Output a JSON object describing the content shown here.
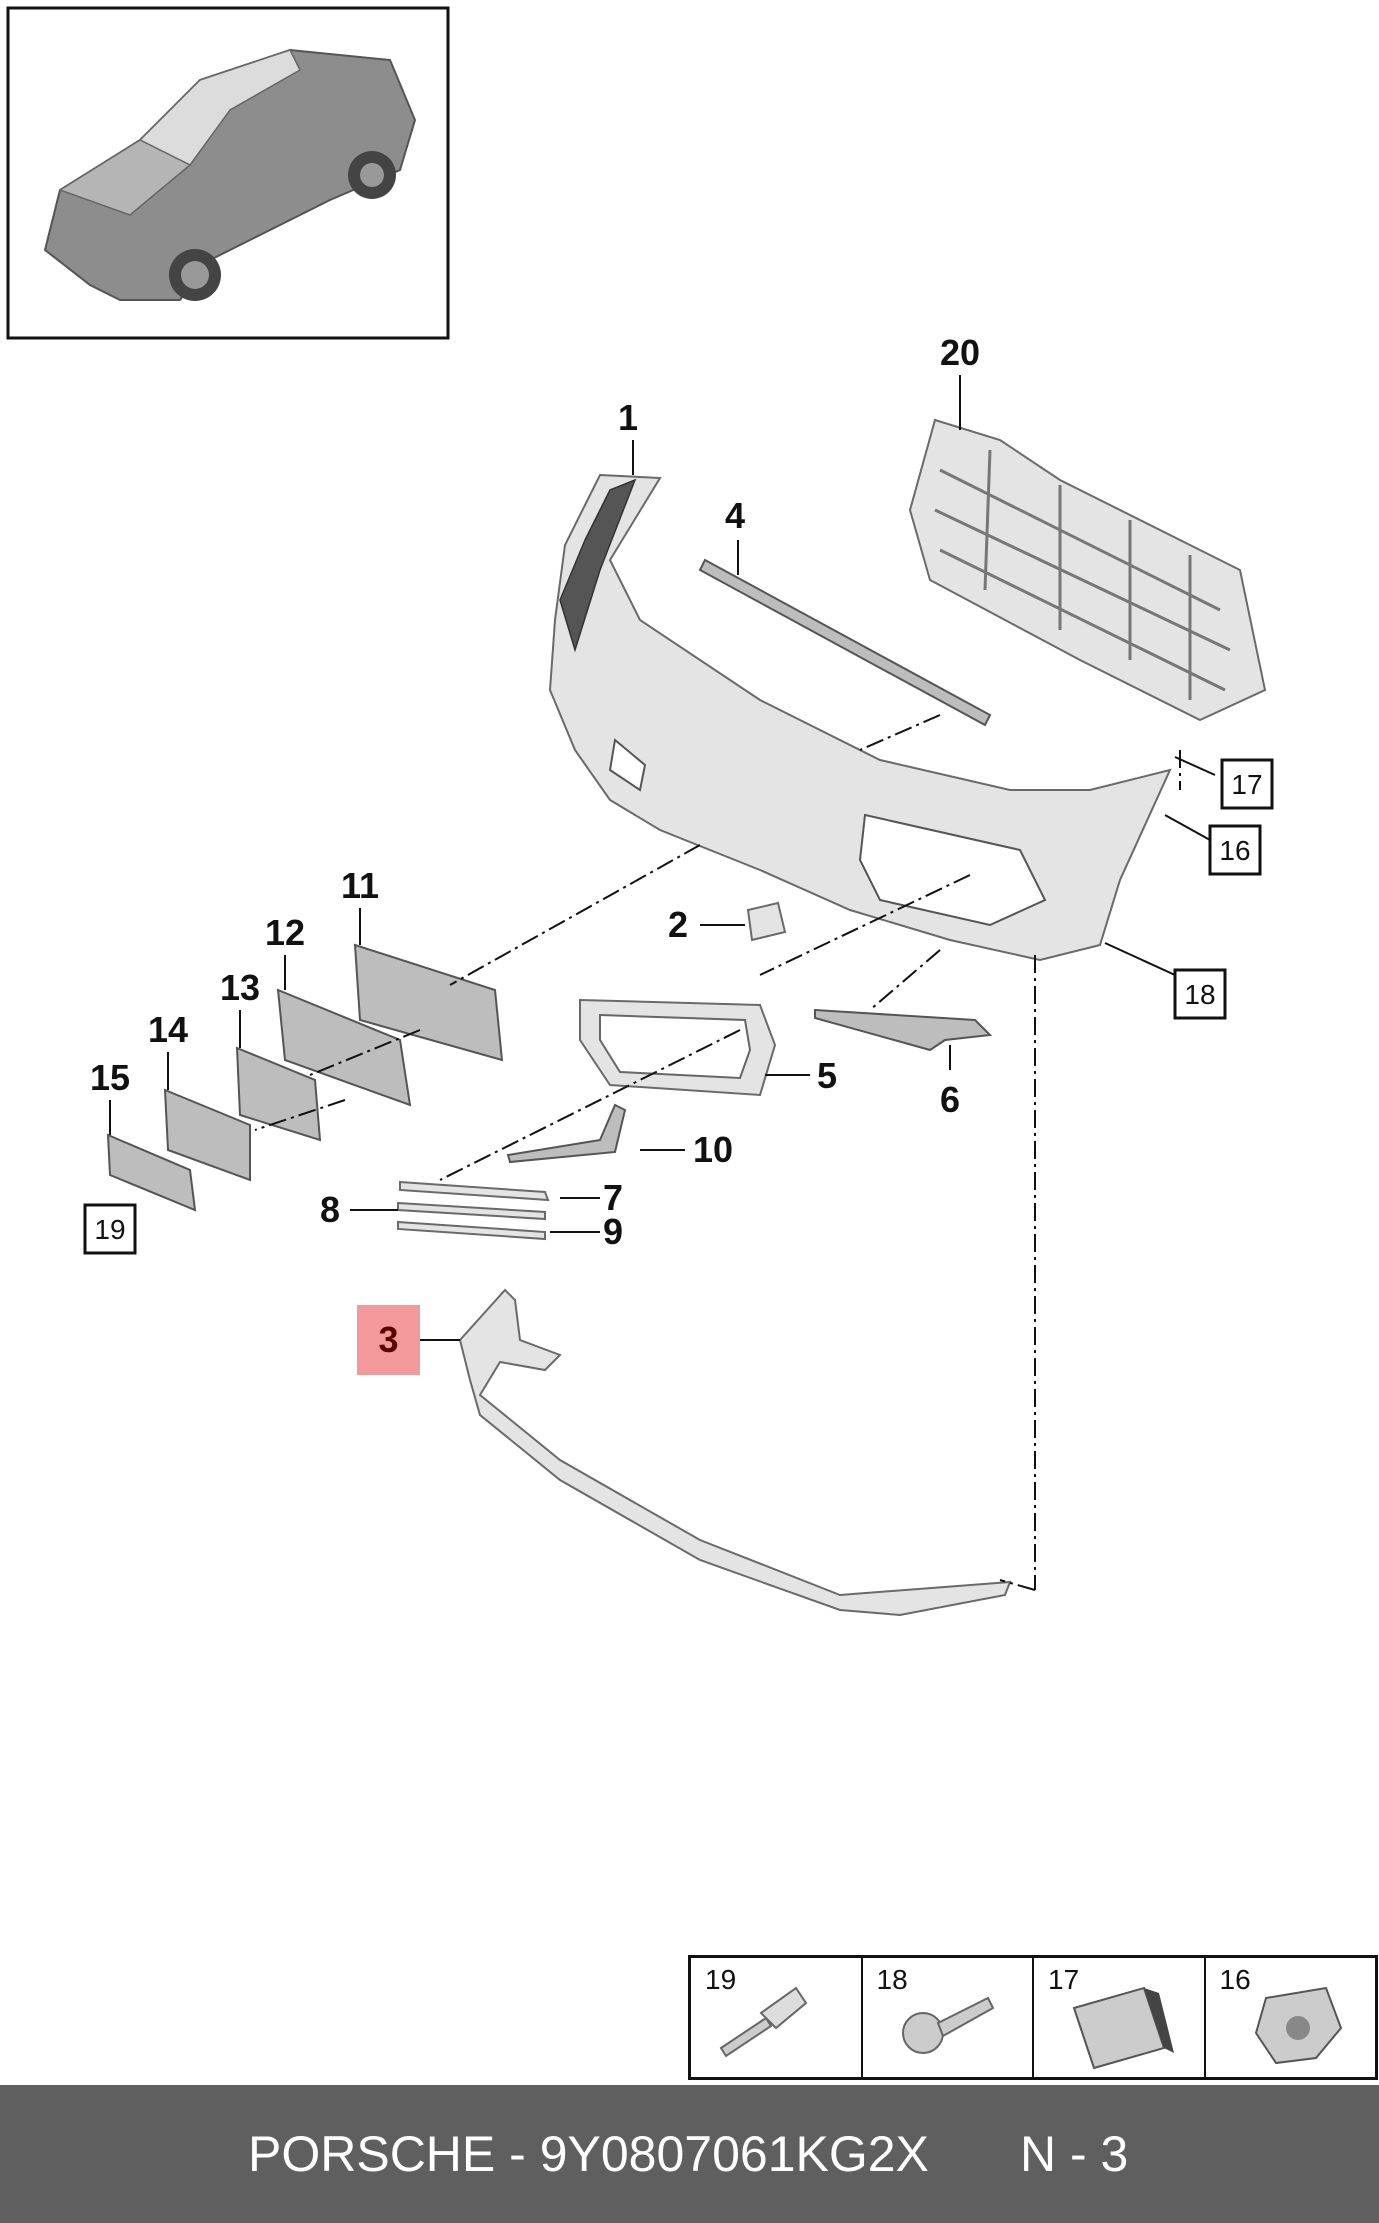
{
  "callouts": {
    "c1": "1",
    "c2": "2",
    "c4": "4",
    "c5": "5",
    "c6": "6",
    "c7": "7",
    "c8": "8",
    "c9": "9",
    "c10": "10",
    "c11": "11",
    "c12": "12",
    "c13": "13",
    "c14": "14",
    "c15": "15",
    "c20": "20"
  },
  "boxed_refs": {
    "b16": "16",
    "b17": "17",
    "b18": "18",
    "b19": "19"
  },
  "highlighted_part": "3",
  "highlight_color": "#f4999b",
  "legend": {
    "items": [
      "19",
      "18",
      "17",
      "16"
    ]
  },
  "footer": {
    "title": "PORSCHE - 9Y0807061KG2X",
    "page": "N - 3",
    "background": "#5f5f5f"
  }
}
